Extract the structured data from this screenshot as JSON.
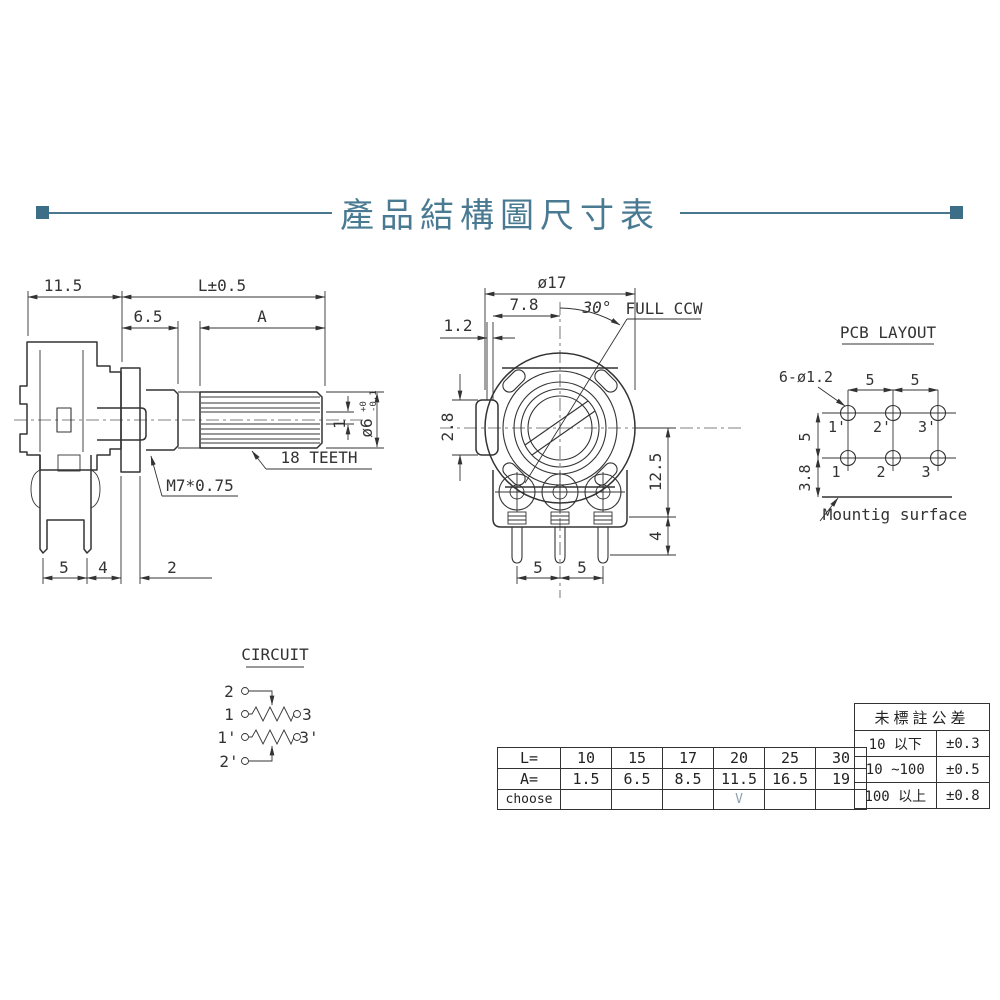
{
  "title": {
    "text": "產品結構圖尺寸表"
  },
  "side_view": {
    "dim_11_5": "11.5",
    "dim_L": "L±0.5",
    "dim_6_5": "6.5",
    "dim_A": "A",
    "teeth_label": "18 TEETH",
    "thread_label": "M7*0.75",
    "shaft_dia": "ø6",
    "shaft_tol_plus": "+0",
    "shaft_tol_minus": "-0.1",
    "slot_width": "1",
    "dim_5": "5",
    "dim_4": "4",
    "dim_2": "2"
  },
  "front_view": {
    "dim_dia": "ø17",
    "dim_7_8": "7.8",
    "dim_angle": "30°",
    "ccw_label": "FULL CCW",
    "dim_1_2": "1.2",
    "dim_2_8": "2.8",
    "dim_12_5": "12.5",
    "dim_4": "4",
    "dim_5_left": "5",
    "dim_5_right": "5"
  },
  "pcb_layout": {
    "title": "PCB LAYOUT",
    "holes_label": "6-ø1.2",
    "dim_5_top_left": "5",
    "dim_5_top_right": "5",
    "dim_5_side": "5",
    "dim_3_8": "3.8",
    "pin_labels": [
      "1'",
      "2'",
      "3'",
      "1",
      "2",
      "3"
    ],
    "surface_label": "Mountig surface"
  },
  "circuit": {
    "title": "CIRCUIT",
    "t2": "2",
    "t1": "1",
    "t1p": "1'",
    "t2p": "2'",
    "t3": "3",
    "t3p": "3'"
  },
  "size_table": {
    "rows": [
      {
        "label": "L=",
        "values": [
          "10",
          "15",
          "17",
          "20",
          "25",
          "30"
        ]
      },
      {
        "label": "A=",
        "values": [
          "1.5",
          "6.5",
          "8.5",
          "11.5",
          "16.5",
          "19"
        ]
      },
      {
        "label": "choose",
        "values": [
          "",
          "",
          "",
          "V",
          "",
          ""
        ]
      }
    ]
  },
  "tolerance_table": {
    "title": "未標註公差",
    "rows": [
      {
        "range": "10 以下",
        "tol": "±0.3"
      },
      {
        "range": "10 ~100",
        "tol": "±0.5"
      },
      {
        "range": "100 以上",
        "tol": "±0.8"
      }
    ]
  },
  "colors": {
    "accent": "#4a7a92",
    "line": "#333333",
    "check": "#8ba2b3"
  }
}
